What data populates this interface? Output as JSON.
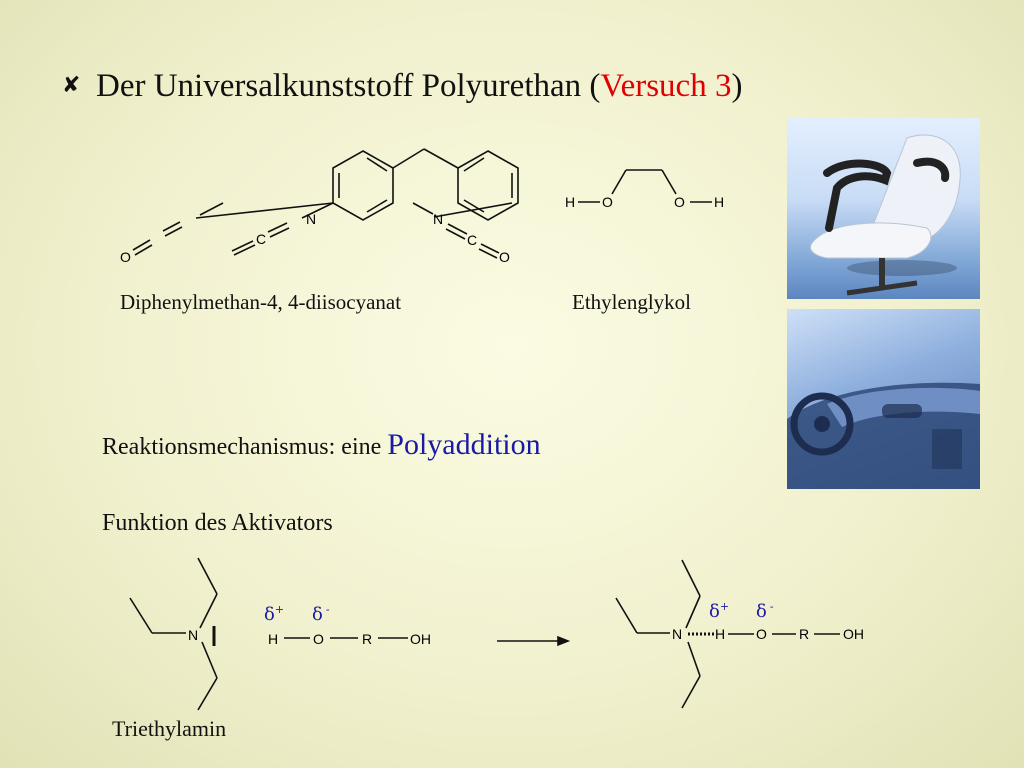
{
  "title": {
    "bullet_icon": "x-mark-icon",
    "text": "Der Universalkunststoff Polyurethan (",
    "highlight": "Versuch 3",
    "close": ")",
    "highlight_color": "#e00000"
  },
  "molecules": {
    "mdi": {
      "label": "Diphenylmethan-4, 4-diisocyanat",
      "atoms": {
        "n": "N",
        "c": "C",
        "o": "O"
      }
    },
    "glycol": {
      "label": "Ethylenglykol",
      "atoms": {
        "h": "H",
        "o": "O"
      }
    }
  },
  "photos": [
    {
      "name": "office-chair-photo"
    },
    {
      "name": "car-dashboard-photo"
    }
  ],
  "mechanism": {
    "prefix": "Reaktionsmechanismus: eine ",
    "highlight": "Polyaddition",
    "highlight_color": "#1a1aa6"
  },
  "activator": {
    "heading": "Funktion des Aktivators",
    "amine_label": "Triethylamin",
    "atoms": {
      "n": "N",
      "h": "H",
      "o": "O",
      "r": "R",
      "oh": "OH"
    },
    "charges": {
      "delta": "δ",
      "plus": "+",
      "minus": "-"
    },
    "charge_color": "#1a1aa6"
  }
}
